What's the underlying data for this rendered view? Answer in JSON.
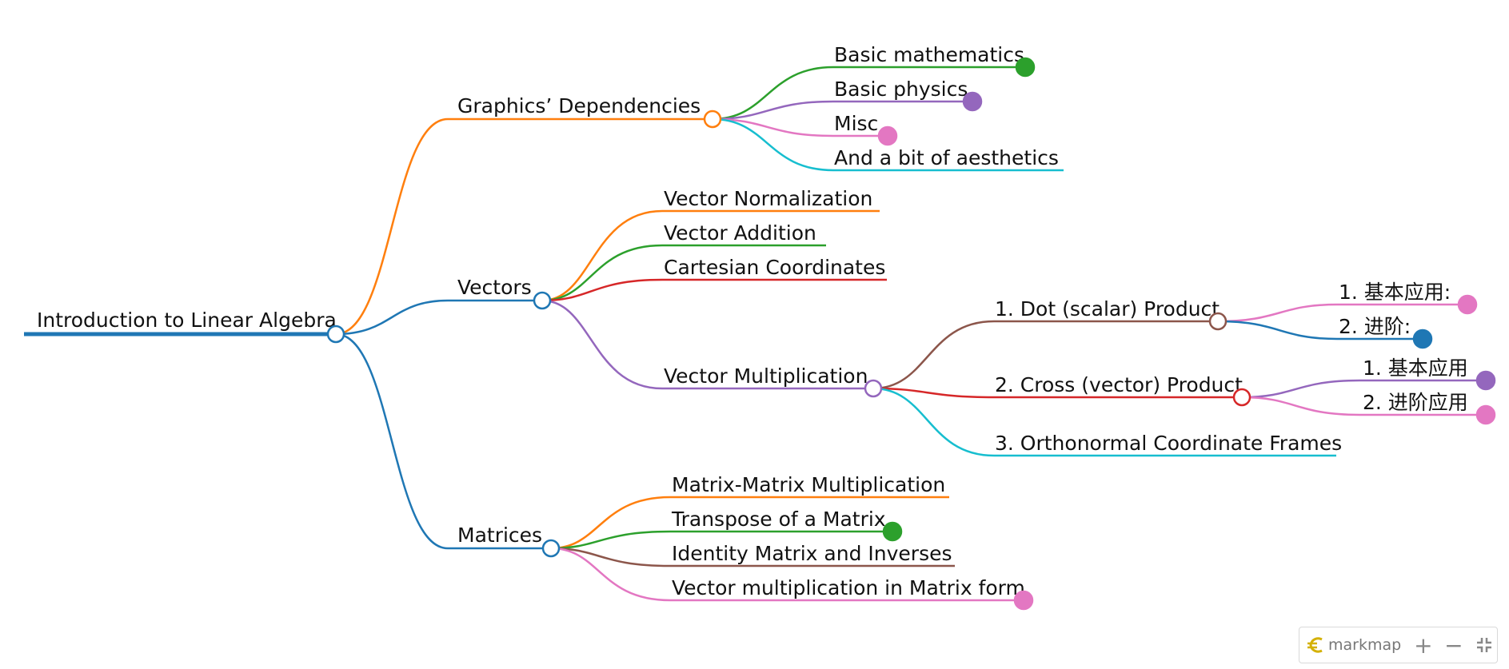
{
  "mindmap": {
    "root": "Introduction to Linear Algebra",
    "branches": {
      "graphics": {
        "label": "Graphics’ Dependencies",
        "children": [
          "Basic mathematics",
          "Basic physics",
          "Misc",
          "And a bit of aesthetics"
        ]
      },
      "vectors": {
        "label": "Vectors",
        "children": {
          "normalization": "Vector Normalization",
          "addition": "Vector Addition",
          "cartesian": "Cartesian Coordinates",
          "multiplication": {
            "label": "Vector Multiplication",
            "dot": {
              "label": "1. Dot (scalar) Product",
              "children": [
                "1. 基本应用:",
                "2. 进阶:"
              ]
            },
            "cross": {
              "label": "2. Cross (vector) Product",
              "children": [
                "1. 基本应用",
                "2. 进阶应用"
              ]
            },
            "ortho": "3. Orthonormal Coordinate Frames"
          }
        }
      },
      "matrices": {
        "label": "Matrices",
        "children": [
          "Matrix-Matrix Multiplication",
          "Transpose of a Matrix",
          "Identity Matrix and Inverses",
          "Vector multiplication in Matrix form"
        ]
      }
    }
  },
  "colors": {
    "blue": "#1f77b4",
    "orange": "#ff7f0e",
    "green": "#2ca02c",
    "red": "#d62728",
    "purple": "#9467bd",
    "brown": "#8c564b",
    "pink": "#e377c2",
    "cyan": "#17becf"
  },
  "toolbar": {
    "brand": "markmap",
    "zoom_in": "+",
    "zoom_out": "−",
    "fit_icon": "fit-to-screen-icon"
  }
}
